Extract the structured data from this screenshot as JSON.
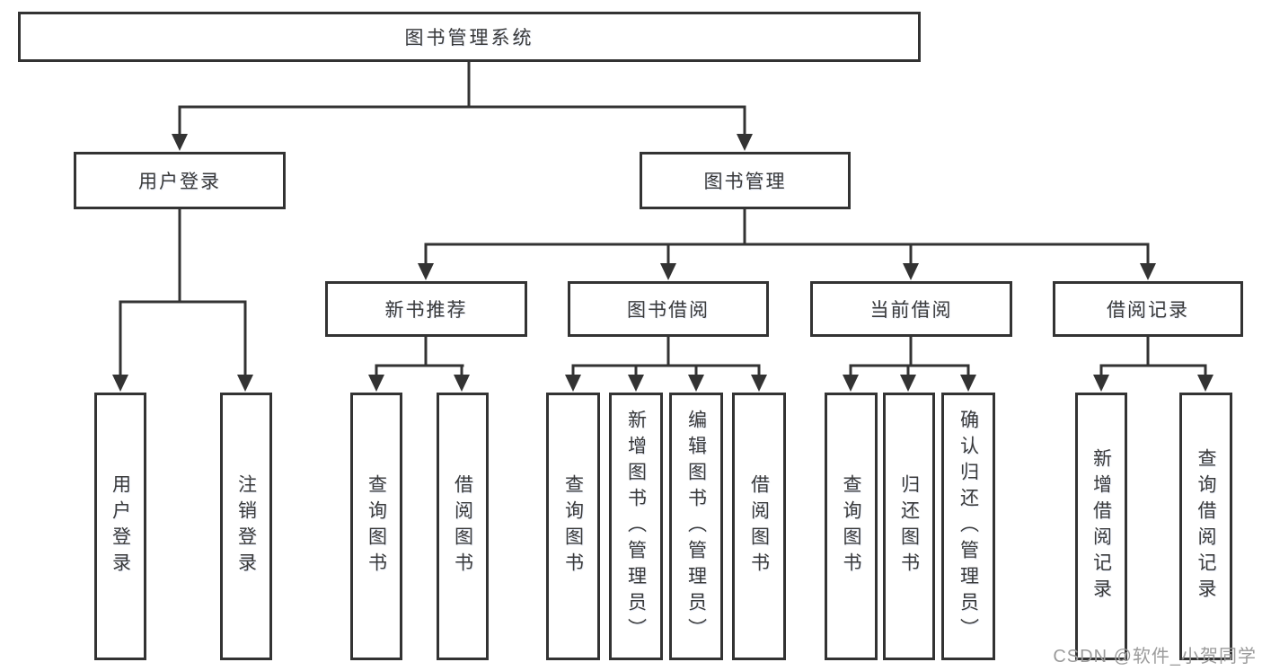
{
  "diagram": {
    "root": {
      "label": "图书管理系统"
    },
    "level2": [
      {
        "label": "用户登录"
      },
      {
        "label": "图书管理"
      }
    ],
    "level3": [
      {
        "label": "新书推荐"
      },
      {
        "label": "图书借阅"
      },
      {
        "label": "当前借阅"
      },
      {
        "label": "借阅记录"
      }
    ],
    "leaves": [
      {
        "label": "用户登录"
      },
      {
        "label": "注销登录"
      },
      {
        "label": "查询图书"
      },
      {
        "label": "借阅图书"
      },
      {
        "label": "查询图书"
      },
      {
        "label": "新增图书（管理员）"
      },
      {
        "label": "编辑图书（管理员）"
      },
      {
        "label": "借阅图书"
      },
      {
        "label": "查询图书"
      },
      {
        "label": "归还图书"
      },
      {
        "label": "确认归还（管理员）"
      },
      {
        "label": "新增借阅记录"
      },
      {
        "label": "查询借阅记录"
      }
    ]
  },
  "watermark": {
    "text": "CSDN @软件_小贺同学"
  },
  "colors": {
    "line": "#333333",
    "box_border": "#333333",
    "text": "#3a3a3a",
    "watermark": "#9b9b9b",
    "background": "#ffffff"
  }
}
